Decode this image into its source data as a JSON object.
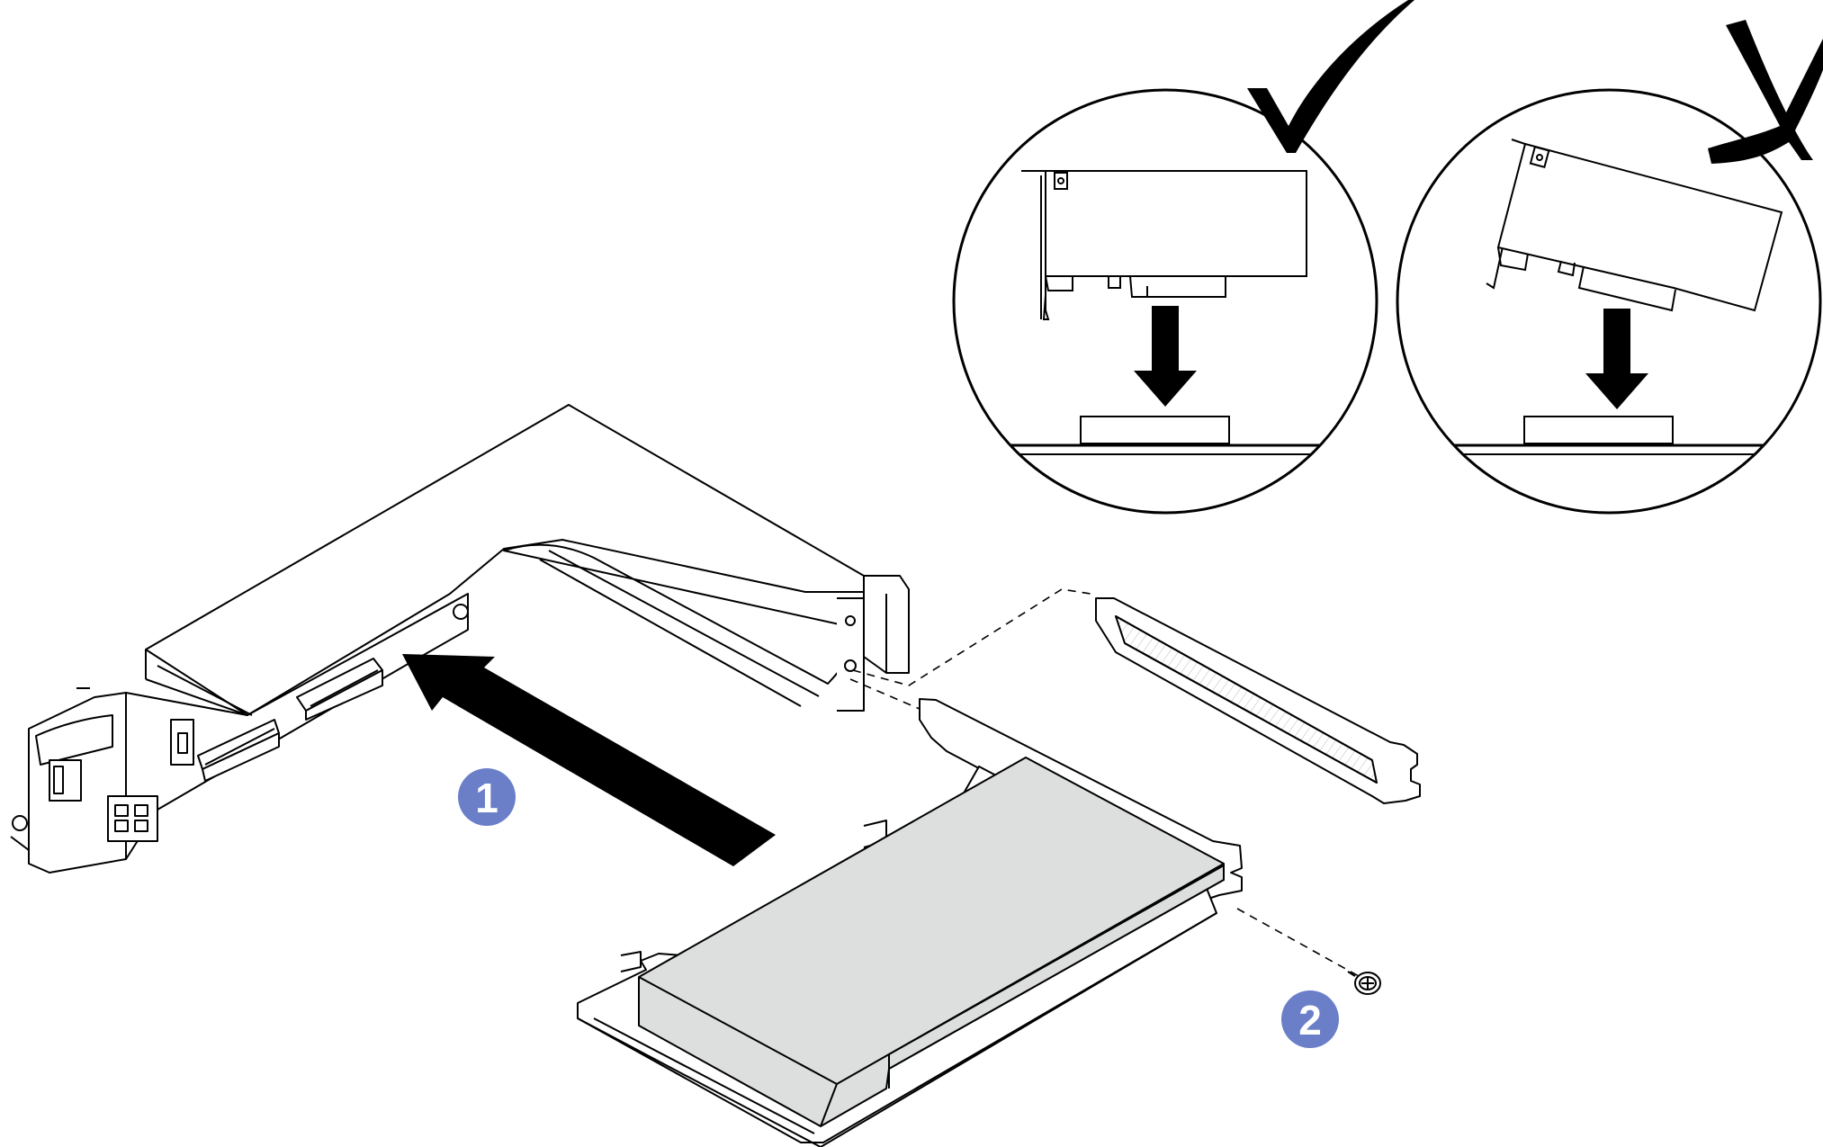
{
  "diagram": {
    "callouts": [
      {
        "label": "1",
        "step": "slide-adapter-into-riser-cage"
      },
      {
        "label": "2",
        "step": "install-screw"
      }
    ],
    "insets": [
      {
        "status": "correct",
        "mark": "check-icon"
      },
      {
        "status": "incorrect",
        "mark": "cross-icon"
      }
    ]
  },
  "colors": {
    "callout_fill": "#6b7fc9",
    "adapter_fill": "#dddfde",
    "line": "#000000",
    "background": "#ffffff"
  }
}
